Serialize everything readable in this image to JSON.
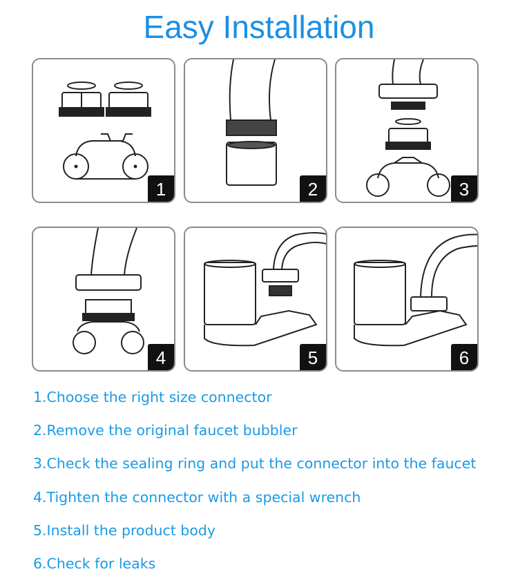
{
  "title": "Easy Installation",
  "panels": [
    {
      "number": "1"
    },
    {
      "number": "2"
    },
    {
      "number": "3"
    },
    {
      "number": "4"
    },
    {
      "number": "5"
    },
    {
      "number": "6"
    }
  ],
  "steps": [
    "1.Choose the right size connector",
    "2.Remove the original faucet bubbler",
    "3.Check the sealing ring and put the connector into the faucet",
    "4.Tighten the connector with a special wrench",
    "5.Install the product body",
    "6.Check for leaks"
  ],
  "colors": {
    "accent": "#1a8fe3",
    "badge": "#111111",
    "border": "#8a8a8a"
  }
}
